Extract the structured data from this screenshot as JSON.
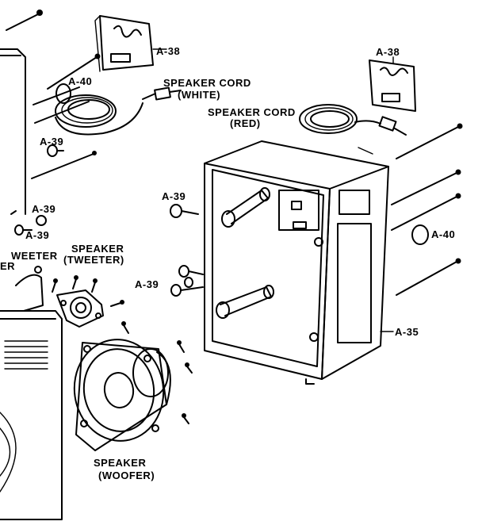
{
  "labels": {
    "a38_left": "A-38",
    "a38_right": "A-38",
    "a40_left": "A-40",
    "a40_right": "A-40",
    "cord_white_1": "SPEAKER CORD",
    "cord_white_2": "(WHITE)",
    "cord_red_1": "SPEAKER CORD",
    "cord_red_2": "(RED)",
    "a39_upper": "A-39",
    "a39_mid": "A-39",
    "a39_mid2": "A-39",
    "a39_box": "A-39",
    "a39_lower": "A-39",
    "tweeter_cut_1": "WEETER",
    "tweeter_cut_2": "ER",
    "tweeter_1": "SPEAKER",
    "tweeter_2": "(TWEETER)",
    "a35": "A-35",
    "woofer_1": "SPEAKER",
    "woofer_2": "(WOOFER)"
  },
  "colors": {
    "ink": "#000000",
    "paper": "#ffffff"
  }
}
